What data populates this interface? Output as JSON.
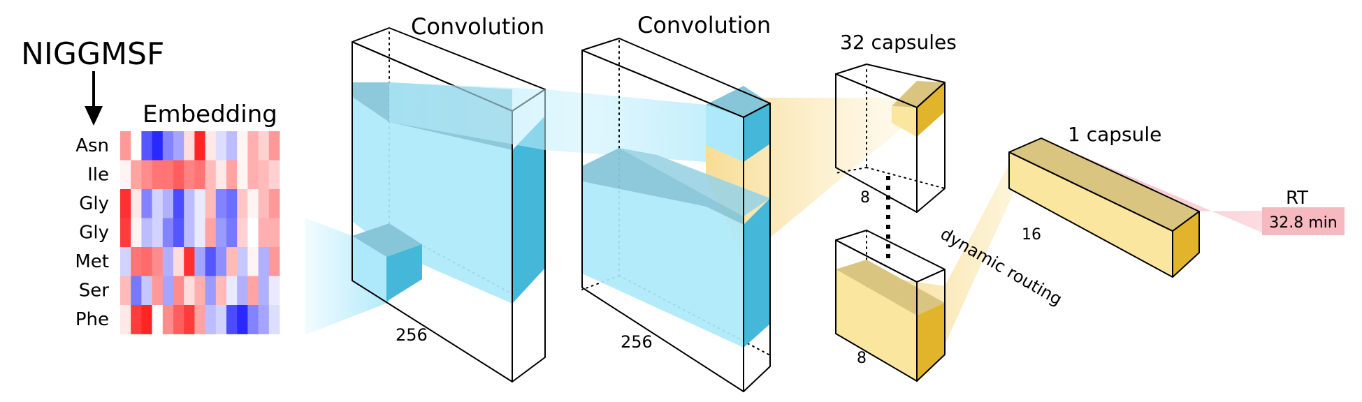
{
  "sequence": "NIGGMSF",
  "residues": [
    "Asn",
    "Ile",
    "Gly",
    "Gly",
    "Met",
    "Ser",
    "Phe"
  ],
  "labels": {
    "embedding": "Embedding",
    "conv1": "Convolution",
    "conv2": "Convolution",
    "conv1_depth": "256",
    "conv2_depth": "256",
    "primary_caps": "32 capsules",
    "primary_dim_top": "8",
    "primary_dim_bottom": "8",
    "routing": "dynamic routing",
    "output_caps": "1 capsule",
    "output_dim": "16",
    "rt_title": "RT",
    "rt_value": "32.8 min"
  },
  "colors": {
    "cyan_light": "#aee9fb",
    "cyan_mid": "#87c6d8",
    "cyan_dark": "#45b7d8",
    "gold_light": "#fbe6a0",
    "gold_mid": "#d9c480",
    "gold_dark": "#e2b42c",
    "rt_badge": "#f7b9c0"
  },
  "heatmap": [
    [
      0.45,
      0.0,
      -0.75,
      -0.95,
      -0.55,
      -0.4,
      0.15,
      0.95,
      0.1,
      -0.15,
      -0.3,
      0.05,
      0.35,
      0.2,
      0.45
    ],
    [
      0.05,
      0.4,
      0.5,
      0.6,
      0.6,
      0.7,
      0.55,
      0.6,
      0.3,
      0.1,
      0.4,
      0.05,
      0.35,
      0.3,
      0.2
    ],
    [
      0.9,
      0.1,
      -0.55,
      -0.2,
      -0.35,
      -0.8,
      -0.3,
      -0.1,
      0.3,
      -0.55,
      -0.65,
      0.25,
      0.05,
      0.3,
      0.45
    ],
    [
      0.85,
      0.05,
      -0.3,
      -0.2,
      -0.55,
      -0.75,
      -0.3,
      -0.1,
      0.4,
      -0.45,
      -0.6,
      0.2,
      0.0,
      0.35,
      0.35
    ],
    [
      -0.2,
      0.6,
      0.65,
      0.5,
      -0.35,
      0.15,
      0.9,
      -0.4,
      -0.75,
      -0.5,
      0.3,
      -0.25,
      0.05,
      -0.35,
      0.45
    ],
    [
      0.3,
      -0.6,
      -0.25,
      0.45,
      -0.4,
      0.5,
      0.15,
      0.35,
      -0.45,
      0.3,
      -0.1,
      -0.35,
      0.4,
      -0.35,
      -0.1
    ],
    [
      0.1,
      0.85,
      0.95,
      0.0,
      0.5,
      0.7,
      0.85,
      0.4,
      -0.3,
      -0.2,
      -0.8,
      -0.95,
      -0.55,
      -0.4,
      -0.15
    ]
  ]
}
